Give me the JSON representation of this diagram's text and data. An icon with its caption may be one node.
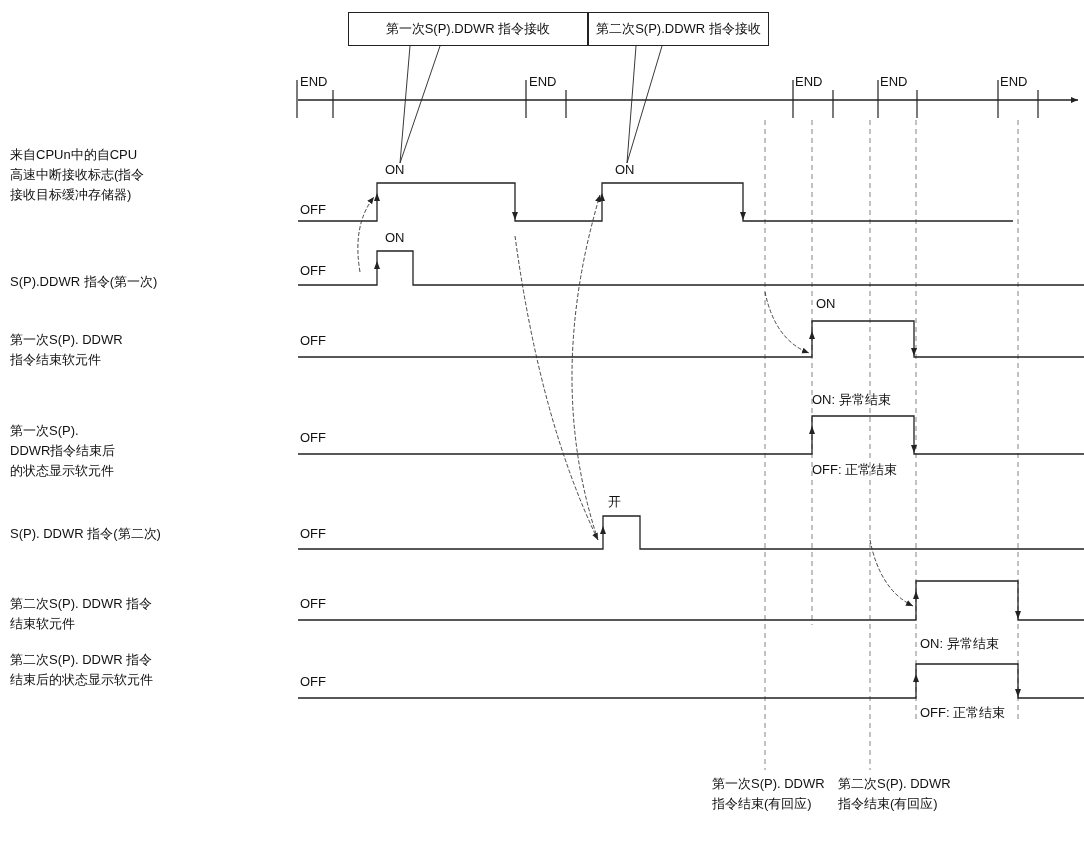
{
  "diagram": {
    "nodes": [
      {
        "text": [
          "第一次S(P).DDWR 指令接收"
        ]
      },
      {
        "text": [
          "第二次S(P).DDWR 指令接收"
        ]
      }
    ],
    "edges": [
      {
        "from": 0,
        "to": null,
        "arrow": "none"
      },
      {
        "from": 1,
        "to": null,
        "arrow": "none"
      }
    ],
    "labels": [
      "END",
      "END",
      "END",
      "END",
      "END",
      "来自CPUn中的自CPU高速中断接收标志(指令接收目标缓冲存储器)",
      "ON",
      "ON",
      "OFF",
      "ON",
      "S(P).DDWR 指令(第一次)",
      "OFF",
      "ON",
      "第一次S(P). DDWR指令结束软元件",
      "OFF",
      "ON: 异常结束",
      "第一次S(P). DDWR指令结束后的状态显示软元件",
      "OFF",
      "OFF: 正常结束",
      "开",
      "S(P). DDWR 指令(第二次)",
      "OFF",
      "第二次S(P). DDWR 指令结束软元件",
      "OFF",
      "ON: 异常结束",
      "第二次S(P). DDWR 指令结束后的状态显示软元件",
      "OFF",
      "OFF: 正常结束",
      "第一次S(P). DDWR指令结束(有回应)",
      "第二次S(P). DDWR指令结束(有回应)"
    ]
  }
}
